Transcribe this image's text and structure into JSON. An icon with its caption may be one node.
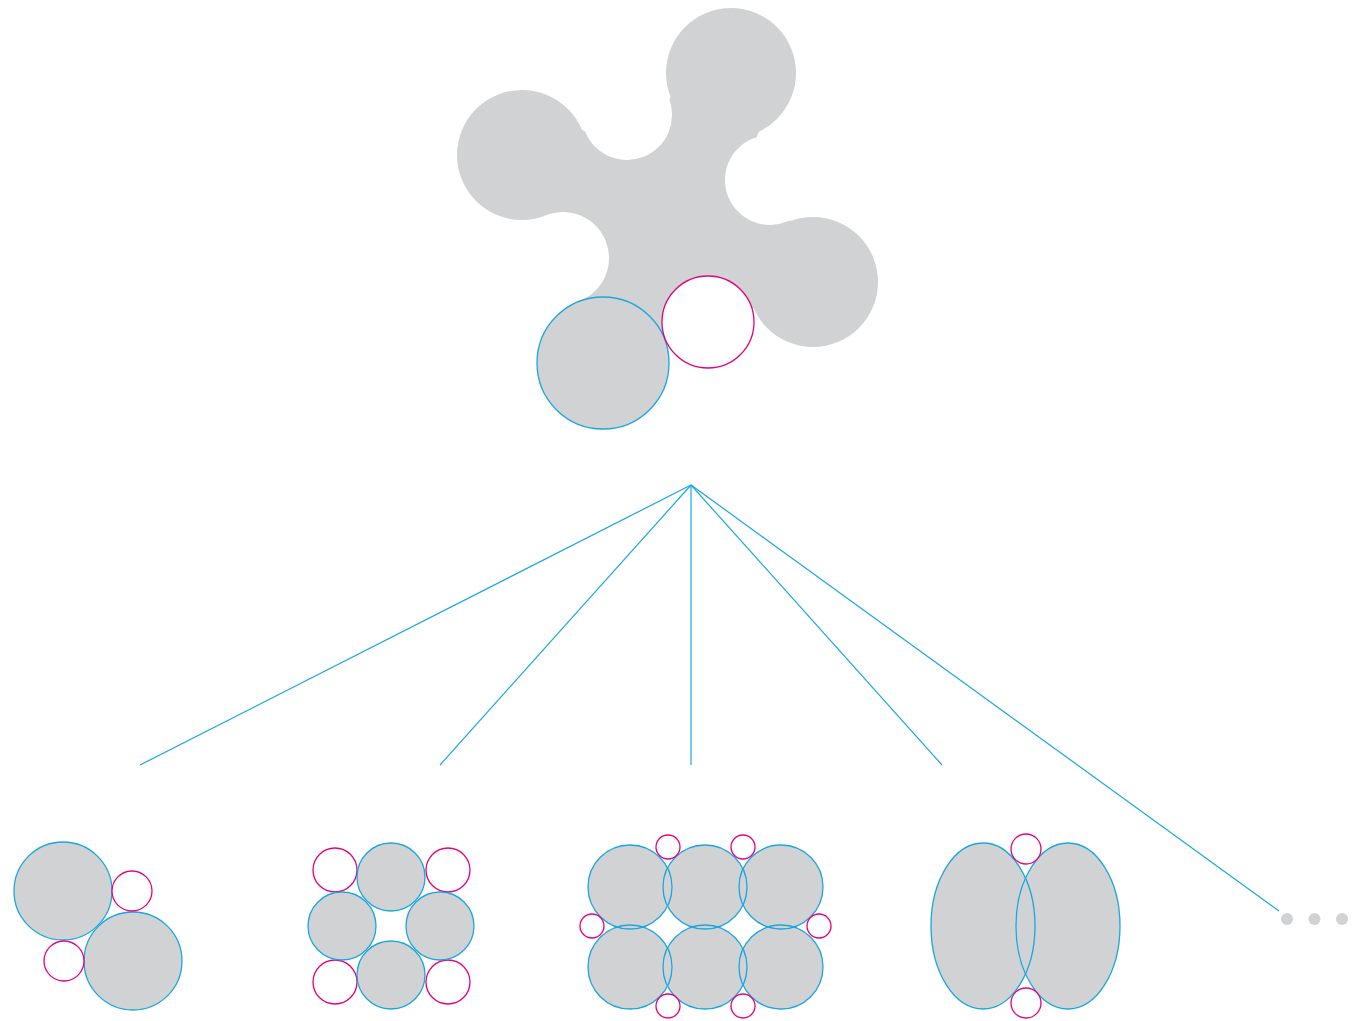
{
  "diagram": {
    "nodes": [
      {
        "text": [],
        "shape": "picture"
      },
      {
        "text": [],
        "shape": "picture"
      },
      {
        "text": [],
        "shape": "picture"
      },
      {
        "text": [],
        "shape": "picture"
      },
      {
        "text": [],
        "shape": "picture"
      },
      {
        "text": [],
        "shape": "dots"
      }
    ],
    "edges": [
      {
        "from": 0,
        "to": 1,
        "arrow": "none"
      },
      {
        "from": 0,
        "to": 2,
        "arrow": "none"
      },
      {
        "from": 0,
        "to": 3,
        "arrow": "none"
      },
      {
        "from": 0,
        "to": 4,
        "arrow": "none"
      },
      {
        "from": 0,
        "to": 5,
        "arrow": "none"
      }
    ]
  }
}
